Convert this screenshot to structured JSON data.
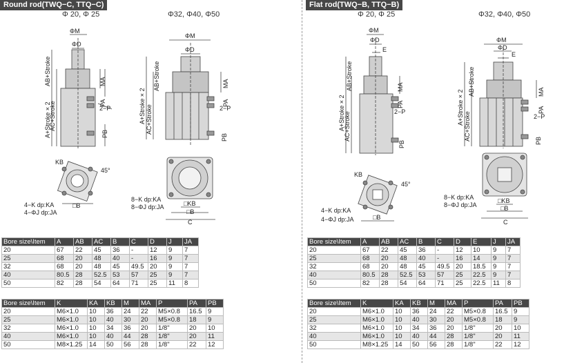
{
  "left": {
    "title": "Round rod(TWQ−C, TTQ−C)",
    "subtitle_small": "Φ 20, Φ 25",
    "subtitle_large": "Φ32, Φ40, Φ50",
    "labels": {
      "phiM": "ΦM",
      "phiD": "ΦD",
      "ma": "MA",
      "pa": "PA",
      "pb": "PB",
      "p2": "2−P",
      "ab_stroke": "AB+Stroke",
      "a_stroke2": "A+Stroke × 2",
      "ac_stroke": "AC+Stroke",
      "kb": "KB",
      "angle": "45°",
      "k": "4−K dp:KA",
      "j_small": "4−ΦJ dp:JA",
      "k8": "8−K dp:KA",
      "j8": "8−ΦJ dp:JA",
      "b": "□B",
      "c": "C",
      "kb_sq": "□KB"
    },
    "table1": {
      "headers": [
        "Bore size\\Item",
        "A",
        "AB",
        "AC",
        "B",
        "C",
        "D",
        "J",
        "JA"
      ],
      "rows": [
        [
          "20",
          "67",
          "22",
          "45",
          "36",
          "-",
          "12",
          "9",
          "7"
        ],
        [
          "25",
          "68",
          "20",
          "48",
          "40",
          "-",
          "16",
          "9",
          "7"
        ],
        [
          "32",
          "68",
          "20",
          "48",
          "45",
          "49.5",
          "20",
          "9",
          "7"
        ],
        [
          "40",
          "80.5",
          "28",
          "52.5",
          "53",
          "57",
          "25",
          "9",
          "7"
        ],
        [
          "50",
          "82",
          "28",
          "54",
          "64",
          "71",
          "25",
          "11",
          "8"
        ]
      ]
    },
    "table2": {
      "headers": [
        "Bore size\\Item",
        "K",
        "KA",
        "KB",
        "M",
        "MA",
        "P",
        "PA",
        "PB"
      ],
      "rows": [
        [
          "20",
          "M6×1.0",
          "10",
          "36",
          "24",
          "22",
          "M5×0.8",
          "16.5",
          "9"
        ],
        [
          "25",
          "M6×1.0",
          "10",
          "40",
          "30",
          "20",
          "M5×0.8",
          "18",
          "9"
        ],
        [
          "32",
          "M6×1.0",
          "10",
          "34",
          "36",
          "20",
          "1/8\"",
          "20",
          "10"
        ],
        [
          "40",
          "M6×1.0",
          "10",
          "40",
          "44",
          "28",
          "1/8\"",
          "20",
          "11"
        ],
        [
          "50",
          "M8×1.25",
          "14",
          "50",
          "56",
          "28",
          "1/8\"",
          "22",
          "12"
        ]
      ]
    }
  },
  "right": {
    "title": "Flat rod(TWQ−B, TTQ−B)",
    "subtitle_small": "Φ 20, Φ 25",
    "subtitle_large": "Φ32, Φ40, Φ50",
    "labels": {
      "phiM": "ΦM",
      "phiD": "ΦD",
      "e": "E",
      "ma": "MA",
      "pa": "PA",
      "pb": "PB",
      "p2": "2−P",
      "ab_stroke": "AB+Stroke",
      "a_stroke2": "A+Stroke × 2",
      "ac_stroke": "AC+Stroke",
      "kb": "KB",
      "angle": "45°",
      "k": "4−K dp:KA",
      "j_small": "4−ΦJ dp:JA",
      "k8": "8−K dp:KA",
      "j8": "8−ΦJ dp:JA",
      "b": "□B",
      "c": "C",
      "kb_sq": "□KB"
    },
    "table1": {
      "headers": [
        "Bore size\\Item",
        "A",
        "AB",
        "AC",
        "B",
        "C",
        "D",
        "E",
        "J",
        "JA"
      ],
      "rows": [
        [
          "20",
          "67",
          "22",
          "45",
          "36",
          "-",
          "12",
          "10",
          "9",
          "7"
        ],
        [
          "25",
          "68",
          "20",
          "48",
          "40",
          "-",
          "16",
          "14",
          "9",
          "7"
        ],
        [
          "32",
          "68",
          "20",
          "48",
          "45",
          "49.5",
          "20",
          "18.5",
          "9",
          "7"
        ],
        [
          "40",
          "80.5",
          "28",
          "52.5",
          "53",
          "57",
          "25",
          "22.5",
          "9",
          "7"
        ],
        [
          "50",
          "82",
          "28",
          "54",
          "64",
          "71",
          "25",
          "22.5",
          "11",
          "8"
        ]
      ]
    },
    "table2": {
      "headers": [
        "Bore size\\Item",
        "K",
        "KA",
        "KB",
        "M",
        "MA",
        "P",
        "PA",
        "PB"
      ],
      "rows": [
        [
          "20",
          "M6×1.0",
          "10",
          "36",
          "24",
          "22",
          "M5×0.8",
          "16.5",
          "9"
        ],
        [
          "25",
          "M6×1.0",
          "10",
          "40",
          "30",
          "20",
          "M5×0.8",
          "18",
          "9"
        ],
        [
          "32",
          "M6×1.0",
          "10",
          "34",
          "36",
          "20",
          "1/8\"",
          "20",
          "10"
        ],
        [
          "40",
          "M6×1.0",
          "10",
          "40",
          "44",
          "28",
          "1/8\"",
          "20",
          "11"
        ],
        [
          "50",
          "M8×1.25",
          "14",
          "50",
          "56",
          "28",
          "1/8\"",
          "22",
          "12"
        ]
      ]
    }
  }
}
